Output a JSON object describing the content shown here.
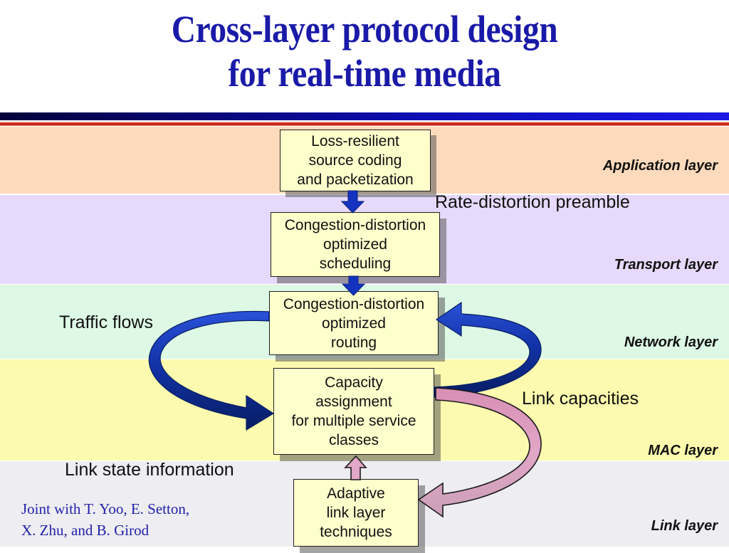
{
  "slide": {
    "title_line1": "Cross-layer protocol design",
    "title_line2": "for real-time media",
    "title_color": "#1a1aa8",
    "credits": "Joint with T. Yoo, E. Setton,\nX. Zhu, and B. Girod"
  },
  "layers": [
    {
      "id": "application",
      "label": "Application layer",
      "color": "#fcdabb"
    },
    {
      "id": "transport",
      "label": "Transport layer",
      "color": "#e6d9fb"
    },
    {
      "id": "network",
      "label": "Network layer",
      "color": "#ddf8e4"
    },
    {
      "id": "mac",
      "label": "MAC layer",
      "color": "#fcfaae"
    },
    {
      "id": "link",
      "label": "Link layer",
      "color": "#eeedf1"
    }
  ],
  "boxes": [
    {
      "id": "source",
      "text": "Loss-resilient\nsource coding\nand packetization"
    },
    {
      "id": "scheduling",
      "text": "Congestion-distortion\noptimized\nscheduling"
    },
    {
      "id": "routing",
      "text": "Congestion-distortion\noptimized\nrouting"
    },
    {
      "id": "capacity",
      "text": "Capacity\nassignment\nfor multiple service\nclasses"
    },
    {
      "id": "adaptive",
      "text": "Adaptive\nlink layer\ntechniques"
    }
  ],
  "annotations": {
    "rate_distortion": "Rate-distortion preamble",
    "traffic_flows": "Traffic flows",
    "link_capacities": "Link capacities",
    "link_state": "Link state information"
  },
  "arrows": {
    "blue_color": "#1033b5",
    "blue_dark_color": "#0b2a80",
    "pink_color": "#e0a0c0",
    "pink_stroke": "#1a1a1a",
    "items": [
      {
        "name": "source-to-scheduling",
        "style": "straight-down",
        "color": "blue"
      },
      {
        "name": "scheduling-to-routing",
        "style": "straight-down",
        "color": "blue"
      },
      {
        "name": "routing-to-capacity",
        "style": "curved-left-u",
        "color": "blue"
      },
      {
        "name": "capacity-to-routing",
        "style": "curved-right-u",
        "color": "blue"
      },
      {
        "name": "adaptive-to-capacity",
        "style": "straight-up",
        "color": "pink"
      },
      {
        "name": "capacity-to-adaptive",
        "style": "curved-right-u",
        "color": "pink"
      }
    ]
  },
  "dividers": {
    "navy": "#06066b",
    "blue": "#1a1ae2",
    "red": "#c31d0d"
  }
}
